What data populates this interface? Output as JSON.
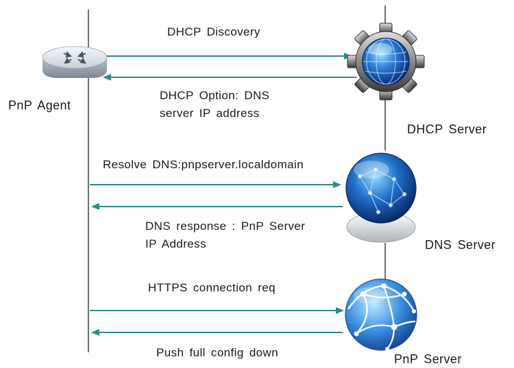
{
  "nodes": {
    "agent": {
      "label": "PnP Agent"
    },
    "dhcp_server": {
      "label": "DHCP Server"
    },
    "dns_server": {
      "label": "DNS Server"
    },
    "pnp_server": {
      "label": "PnP Server"
    }
  },
  "messages": {
    "dhcp_discovery": "DHCP Discovery",
    "dhcp_option_line1": "DHCP Option: DNS",
    "dhcp_option_line2": "server IP address",
    "resolve_dns": "Resolve DNS:pnpserver.localdomain",
    "dns_response_line1": "DNS response : PnP Server",
    "dns_response_line2": "IP Address",
    "https_request": "HTTPS connection req",
    "push_config": "Push full config down"
  },
  "colors": {
    "arrow": "#2e8a86",
    "lifeline": "#222222",
    "text": "#1a1a1a"
  }
}
